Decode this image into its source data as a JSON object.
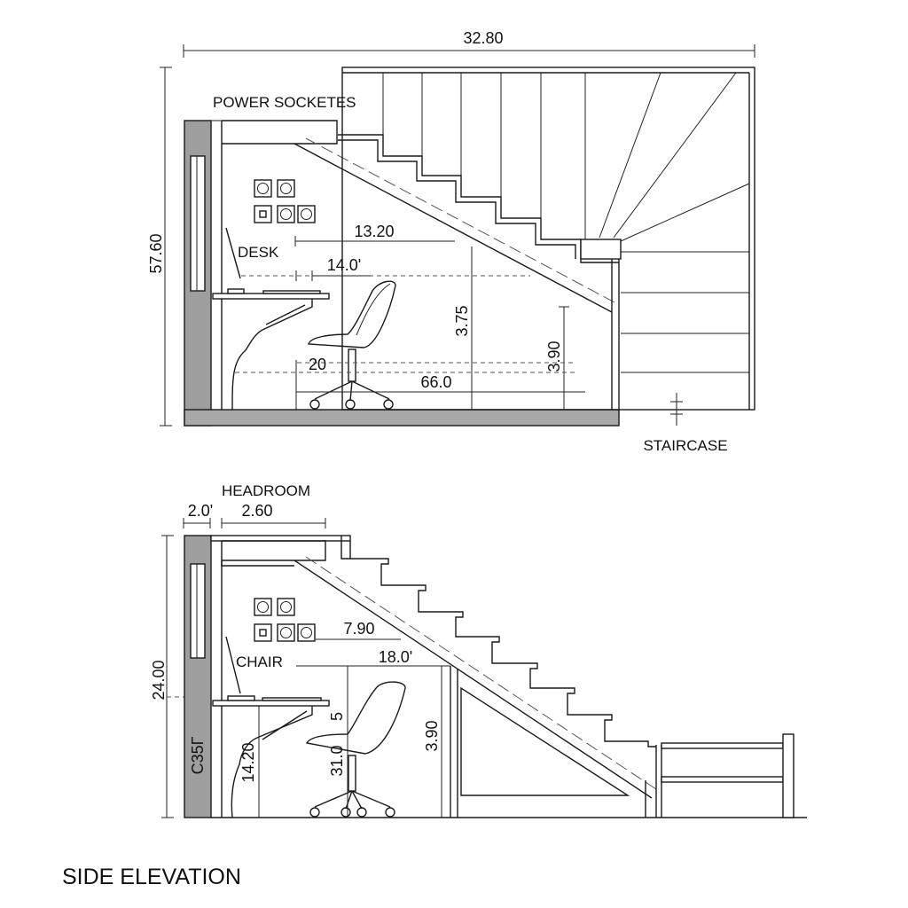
{
  "top_view": {
    "overall_width": "32.80",
    "overall_height": "57.60",
    "labels": {
      "power_sockets": "POWER SOCKETES",
      "desk": "DESK",
      "staircase": "STAIRCASE"
    },
    "dimensions": {
      "d1": "13.20",
      "d2": "14.0'",
      "d3": "3.75",
      "d4": "3.90",
      "d5": "66.0",
      "d6": "20"
    }
  },
  "side_view": {
    "labels": {
      "headroom": "HEADROOM",
      "chair": "CHAIR",
      "wall_tag": "C35Г",
      "title": "SIDE ELEVATION"
    },
    "dimensions": {
      "wall_thickness": "2.0'",
      "headroom_width": "2.60",
      "overall_height": "24.00",
      "d1": "7.90",
      "d2": "18.0'",
      "desk_height": "14.20",
      "seat_a": "5",
      "seat_b": "31.0",
      "storage_height": "3.90"
    }
  }
}
